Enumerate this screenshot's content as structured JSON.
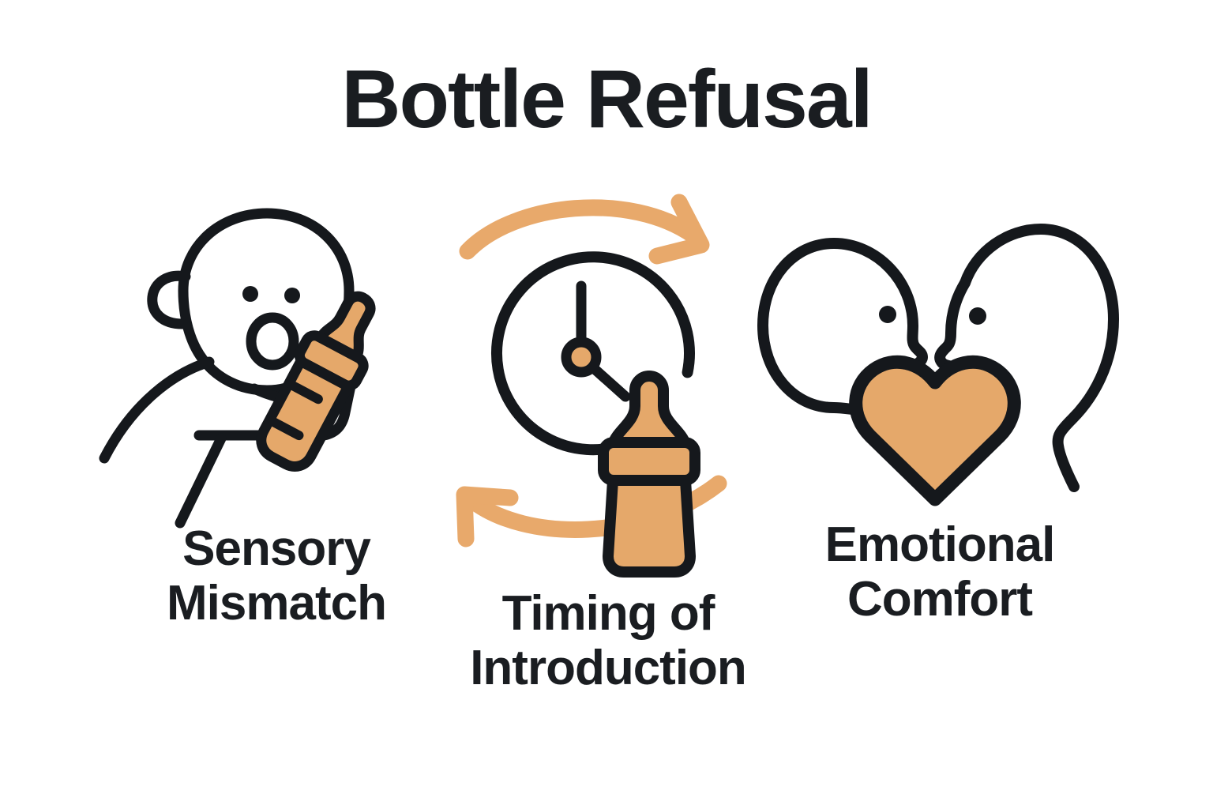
{
  "page": {
    "title": "Bottle Refusal",
    "background_color": "#ffffff"
  },
  "theme": {
    "ink_color": "#15181c",
    "text_color": "#1a1d21",
    "accent_color": "#e5a86a",
    "arrow_color": "#e8a96b"
  },
  "panels": [
    {
      "id": "sensory",
      "label": "Sensory\nMismatch",
      "icon": "baby-refusing-bottle-icon",
      "elements": [
        "baby-head",
        "baby-arm",
        "baby-bottle-tilted"
      ]
    },
    {
      "id": "timing",
      "label": "Timing of\nIntroduction",
      "icon": "clock-with-bottle-cycle-icon",
      "elements": [
        "rotation-arrow-top",
        "rotation-arrow-bottom",
        "clock",
        "baby-bottle-upright"
      ]
    },
    {
      "id": "comfort",
      "label": "Emotional\nComfort",
      "icon": "parent-and-baby-with-heart-icon",
      "elements": [
        "baby-profile-head",
        "parent-profile-head",
        "heart"
      ]
    }
  ]
}
